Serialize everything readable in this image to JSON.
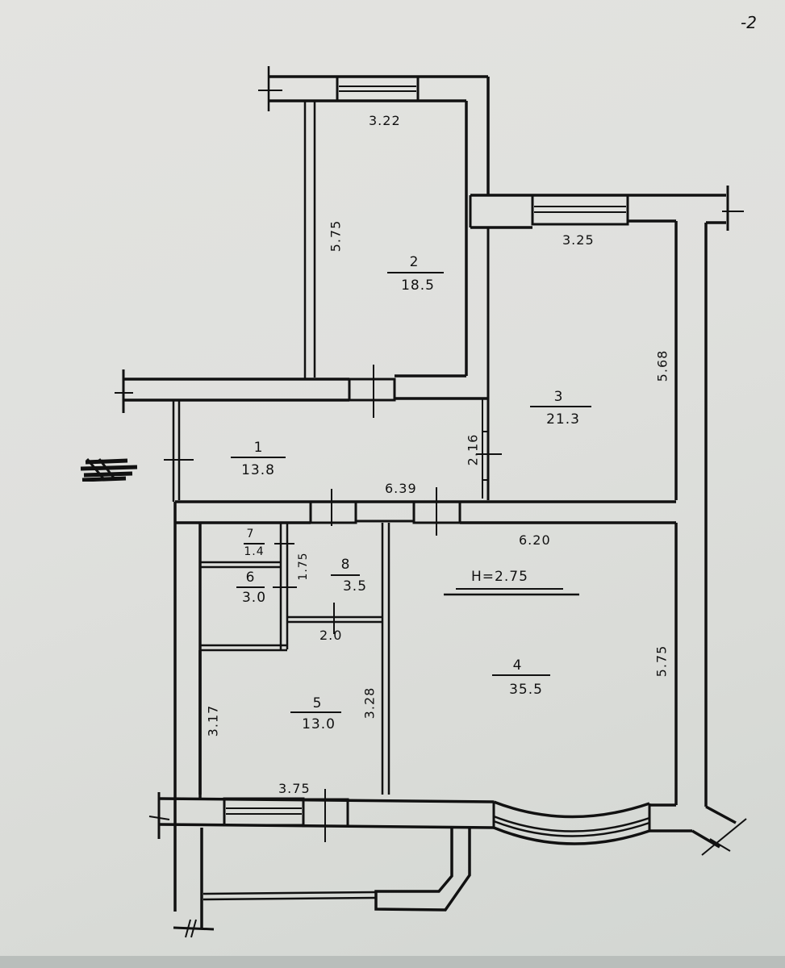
{
  "page_mark": "-2",
  "ceiling_height": "H=2.75",
  "rooms": [
    {
      "number": "1",
      "area": "13.8"
    },
    {
      "number": "2",
      "area": "18.5"
    },
    {
      "number": "3",
      "area": "21.3"
    },
    {
      "number": "4",
      "area": "35.5"
    },
    {
      "number": "5",
      "area": "13.0"
    },
    {
      "number": "6",
      "area": "3.0"
    },
    {
      "number": "7",
      "area": "1.4"
    },
    {
      "number": "8",
      "area": "3.5"
    }
  ],
  "dimensions": {
    "room2_width": "3.22",
    "room2_length": "5.75",
    "room3_width": "3.25",
    "room3_length": "5.68",
    "room1_height": "2.16",
    "room1_length": "6.39",
    "room4_width": "6.20",
    "room4_length": "5.75",
    "room8_height": "1.75",
    "room8_width": "2.0",
    "room5_left": "3.17",
    "room5_right": "3.28",
    "room5_width": "3.75"
  },
  "colors": {
    "ink": "#111111",
    "paper": "#e0e1de"
  }
}
